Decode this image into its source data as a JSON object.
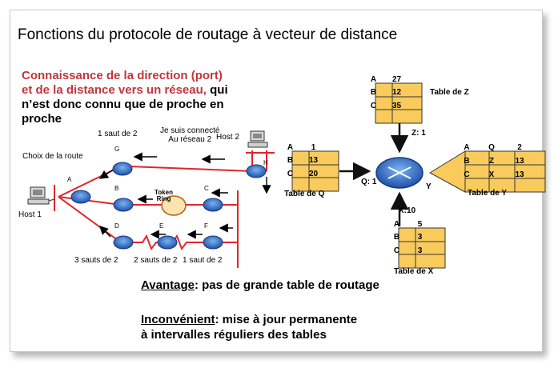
{
  "title": "Fonctions du protocole de routage à vecteur de distance",
  "intro": {
    "line1": "Connaissance de la direction (port)",
    "line2_red": "et de la distance vers un réseau,",
    "line2_black": " qui",
    "line3": "n’est donc connu que de proche en",
    "line4": "proche"
  },
  "network": {
    "host1": "Host 1",
    "host2": "Host 2",
    "choix_route": "Choix de la route",
    "saut_g": "1 saut de 2",
    "je_suis_1": "Je suis connecté",
    "je_suis_2": "Au réseau 2",
    "token_1": "Token",
    "token_2": "Ring",
    "routers": [
      "A",
      "B",
      "C",
      "D",
      "E",
      "F",
      "G",
      "H"
    ],
    "bottom_labels": [
      "3 sauts de 2",
      "2 sauts de 2",
      "1 saut de 2"
    ]
  },
  "tables": {
    "z": {
      "caption": "Table de Z",
      "rows": [
        [
          "A",
          "27"
        ],
        [
          "B",
          "12"
        ],
        [
          "C",
          "35"
        ]
      ]
    },
    "q": {
      "caption": "Table de Q",
      "rows": [
        [
          "A",
          "1"
        ],
        [
          "B",
          "13"
        ],
        [
          "C",
          "20"
        ]
      ]
    },
    "y": {
      "caption": "Table de Y",
      "rows": [
        [
          "A",
          "Q",
          "2"
        ],
        [
          "B",
          "Z",
          "13"
        ],
        [
          "C",
          "X",
          "13"
        ]
      ]
    },
    "x": {
      "caption": "Table de X",
      "rows": [
        [
          "A",
          "5"
        ],
        [
          "B",
          "3"
        ],
        [
          "C",
          "3"
        ]
      ]
    },
    "z_label": "Z: 1",
    "q_label": "Q: 1",
    "x_label": "X:10",
    "y_label": "Y"
  },
  "avantage": {
    "label": "Avantage",
    "text": ": pas de grande table de routage"
  },
  "inconvenient": {
    "label": "Inconvénient",
    "text": ": mise à jour permanente",
    "line2": "à intervalles réguliers des tables"
  },
  "colors": {
    "accent_red": "#c0363c",
    "link_red": "#e2242b",
    "router_blue": "#2a5db8",
    "table_fill": "#f8cb5c",
    "token_fill": "#fbe4b0"
  }
}
